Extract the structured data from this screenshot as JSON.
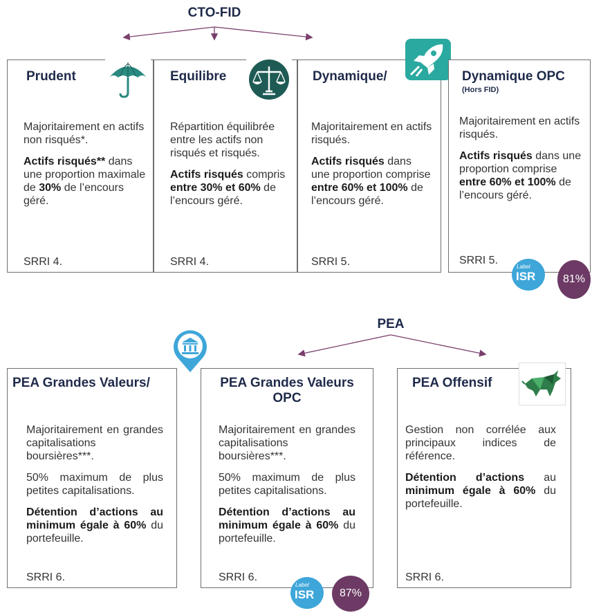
{
  "cto": {
    "title": "CTO-FID",
    "cards": [
      {
        "title": "Prudent",
        "icon": "umbrella-icon",
        "p1": "Majoritairement en actifs non risqués*.",
        "p2_bold": "Actifs risqués**",
        "p2_rest": " dans une proportion maximale de ",
        "p2_bold2": "30%",
        "p2_end": " de l’encours géré.",
        "srri": "SRRI 4."
      },
      {
        "title": "Equilibre",
        "icon": "scales-icon",
        "p1": "Répartition équilibrée entre les actifs non risqués et risqués.",
        "p2_bold": "Actifs risqués",
        "p2_rest": " compris ",
        "p2_bold2": "entre 30% et 60%",
        "p2_end": " de l’encours géré.",
        "srri": "SRRI 4."
      },
      {
        "title": "Dynamique/",
        "icon": "rocket-icon",
        "p1": "Majoritairement en actifs risqués.",
        "p2_bold": "Actifs risqués",
        "p2_rest": " dans une proportion comprise ",
        "p2_bold2": "entre 60% et 100%",
        "p2_end": " de l’encours géré.",
        "srri": "SRRI 5."
      },
      {
        "title": "Dynamique OPC",
        "subtitle": "(Hors FID)",
        "p1": "Majoritairement en actifs risqués.",
        "p2_bold": "Actifs risqués",
        "p2_rest": " dans une proportion comprise ",
        "p2_bold2": "entre 60% et 100%",
        "p2_end": " de l’encours géré.",
        "srri": "SRRI 5.",
        "isr_label": "Label",
        "isr_text": "ISR",
        "badge": "81%"
      }
    ]
  },
  "pea": {
    "title": "PEA",
    "cards": [
      {
        "title": "PEA Grandes Valeurs/",
        "icon": "bank-location-icon",
        "p1": "Majoritairement en grandes capitalisations boursières***.",
        "p2": "50% maximum de plus petites capitalisations.",
        "p3_bold": "Détention d’actions au minimum égale à 60%",
        "p3_rest": " du portefeuille.",
        "srri": "SRRI 6."
      },
      {
        "title": "PEA Grandes Valeurs OPC",
        "p1": "Majoritairement en grandes capitalisations boursières***.",
        "p2": "50% maximum de plus petites capitalisations.",
        "p3_bold": "Détention d’actions au minimum égale à 60%",
        "p3_rest": " du portefeuille.",
        "srri": "SRRI 6.",
        "isr_label": "Label",
        "isr_text": "ISR",
        "badge": "87%"
      },
      {
        "title": "PEA Offensif",
        "icon": "bull-icon",
        "p1": "Gestion non corrélée aux principaux indices de référence.",
        "p2_bold": "Détention d’actions",
        "p2_rest": " au ",
        "p2_bold2": "minimum égale à 60%",
        "p2_end": " du portefeuille.",
        "srri": "SRRI 6."
      }
    ]
  },
  "colors": {
    "title": "#1f2a4a",
    "arrow": "#7a3f6c",
    "teal": "#2a8a80",
    "dark_teal": "#1f5b55",
    "isr_blue": "#3ea6d9",
    "badge_purple": "#6c3a64"
  }
}
